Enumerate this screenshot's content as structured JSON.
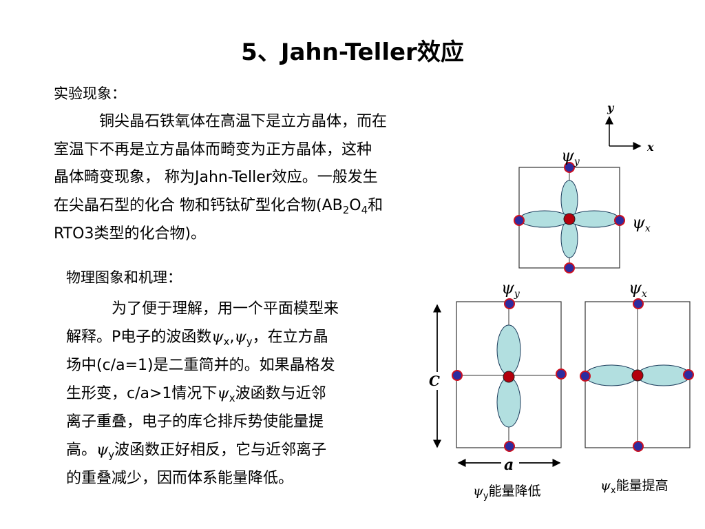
{
  "title": "5、Jahn-Teller效应",
  "section1": {
    "heading": "实验现象：",
    "lines": [
      "铜尖晶石铁氧体在高温下是立方晶体，而在",
      "室温下不再是立方晶体而畸变为正方晶体，这种",
      "晶体畸变现象， 称为Jahn-Teller效应。一般发生",
      "在尖晶石型的化合 物和钙钛矿型化合物(AB",
      "RTO3类型的化合物)。"
    ],
    "formula": {
      "sub1": "2",
      "mid": "O",
      "sub2": "4",
      "tail": "和"
    }
  },
  "section2": {
    "heading": "物理图象和机理：",
    "line1": "为了便于理解，用一个平面模型来",
    "line2a": "解释。P电子的波函数",
    "psi": "ψ",
    "sub_x": "x",
    "sub_y": "y",
    "comma": ",",
    "line2b": "，在立方晶",
    "line3": "场中(c/a=1)是二重简并的。如果晶格发",
    "line4a": "生形变，c/a>1情况下",
    "line4b": "波函数与近邻",
    "line5": "离子重叠，电子的库仑排斥势使能量提",
    "line6a": "高。",
    "line6b": "波函数正好相反，它与近邻离子",
    "line7": "的重叠减少，因而体系能量降低。"
  },
  "diagram": {
    "axis_x": "x",
    "axis_y": "y",
    "psi_y": "ψ",
    "psi_x": "ψ",
    "sub_y": "y",
    "sub_x": "x",
    "label_c": "C",
    "label_a": "a",
    "caption_left": "能量降低",
    "caption_right": "能量提高",
    "colors": {
      "lobe_fill": "#b2dfe0",
      "center_atom": "#b3000d",
      "ion_fill": "#2c2ca0",
      "ion_ring": "#cc1020"
    }
  }
}
